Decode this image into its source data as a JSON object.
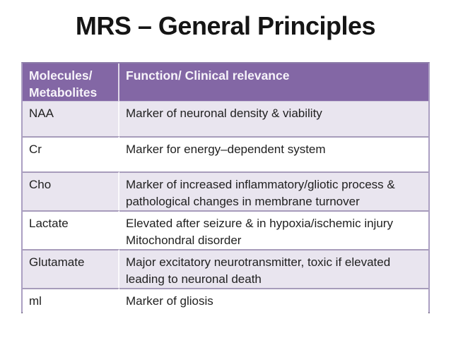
{
  "slide": {
    "title": "MRS – General Principles"
  },
  "colors": {
    "header_bg": "#8367a5",
    "header_text": "#ffffff",
    "row_shaded_bg": "#e9e5ef",
    "row_plain_bg": "#ffffff",
    "body_text": "#1f1f1f",
    "grid_line": "#a79cbb",
    "outer_border": "#ab9fc2",
    "outer_border_bottom": "#5f5770"
  },
  "table": {
    "header": {
      "col1": "Molecules/\nMetabolites",
      "col2": "Function/ Clinical relevance"
    },
    "rows": [
      {
        "molecule": "NAA",
        "relevance": "Marker of neuronal density & viability"
      },
      {
        "molecule": "Cr",
        "relevance": "Marker for energy–dependent system"
      },
      {
        "molecule": "Cho",
        "relevance": "Marker of increased inflammatory/gliotic process &\npathological changes in membrane turnover"
      },
      {
        "molecule": "Lactate",
        "relevance": "Elevated after seizure & in hypoxia/ischemic injury\nMitochondral disorder"
      },
      {
        "molecule": "Glutamate",
        "relevance": "Major excitatory neurotransmitter, toxic if elevated\nleading to neuronal death"
      },
      {
        "molecule": "ml",
        "relevance": "Marker of gliosis"
      }
    ]
  }
}
